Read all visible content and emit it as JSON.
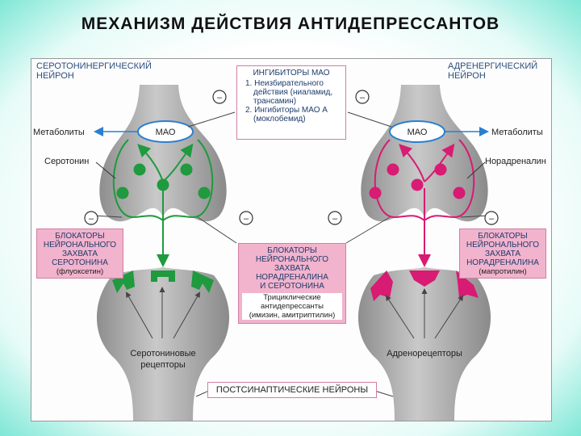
{
  "title": "МЕХАНИЗМ ДЕЙСТВИЯ АНТИДЕПРЕССАНТОВ",
  "colors": {
    "serotonin": "#1f9a3e",
    "noradrenaline": "#d81b73",
    "mao_ring": "#2a7fd0",
    "neuron": "#a7a7a7",
    "box_pink": "#f2b3cd"
  },
  "left_neuron": {
    "title_lines": [
      "СЕРОТОНИНЕРГИЧЕСКИЙ",
      "НЕЙРОН"
    ],
    "metabolites": "Метаболиты",
    "mao": "МАО",
    "transmitter": "Серотонин",
    "blocker_lines": [
      "БЛОКАТОРЫ",
      "НЕЙРОНАЛЬНОГО",
      "ЗАХВАТА",
      "СЕРОТОНИНА"
    ],
    "blocker_example": "(флуоксетин)",
    "receptors_lines": [
      "Серотониновые",
      "рецепторы"
    ]
  },
  "right_neuron": {
    "title_lines": [
      "АДРЕНЕРГИЧЕСКИЙ",
      "НЕЙРОН"
    ],
    "metabolites": "Метаболиты",
    "mao": "МАО",
    "transmitter": "Норадреналин",
    "blocker_lines": [
      "БЛОКАТОРЫ",
      "НЕЙРОНАЛЬНОГО",
      "ЗАХВАТА",
      "НОРАДРЕНАЛИНА"
    ],
    "blocker_example": "(мапротилин)",
    "receptors_lines": [
      "Адренорецепторы"
    ]
  },
  "mao_inhibitors": {
    "title": "ИНГИБИТОРЫ МАО",
    "lines": [
      "1. Неизбирательного",
      "действия (ниаламид,",
      "трансамин)",
      "2. Ингибиторы МАО А",
      "(моклобемид)"
    ]
  },
  "tricyclic": {
    "lines": [
      "БЛОКАТОРЫ",
      "НЕЙРОНАЛЬНОГО",
      "ЗАХВАТА",
      "НОРАДРЕНАЛИНА",
      "И СЕРОТОНИНА"
    ],
    "sub_lines": [
      "Трициклические",
      "антидепрессанты",
      "(имизин, амитриптилин)"
    ]
  },
  "postsynaptic": "ПОСТСИНАПТИЧЕСКИЕ НЕЙРОНЫ",
  "minus": "–"
}
